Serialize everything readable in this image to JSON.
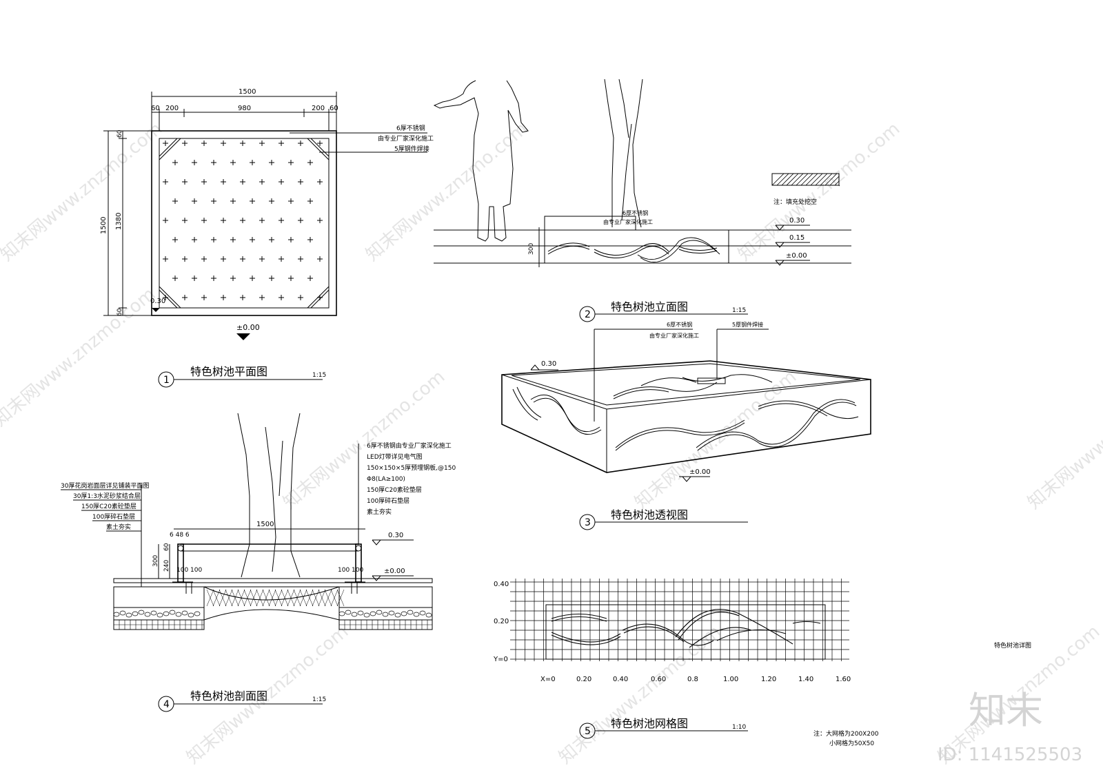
{
  "plan": {
    "dim_total_top": "1500",
    "dim_segments": [
      "60",
      "200",
      "980",
      "200",
      "60"
    ],
    "dim_total_left": "1500",
    "dim_inner_left": "1380",
    "dim_left_top": "60",
    "dim_left_bottom": "60",
    "note_steel": "6厚不锈钢",
    "note_factory": "由专业厂家深化施工",
    "note_weld": "5厚钢件焊接",
    "elev_top": "0.30",
    "elev_zero": "±0.00",
    "title_num": "1",
    "title": "特色树池平面图",
    "scale": "1:15"
  },
  "elevation": {
    "legend_note": "注：填充处挖空",
    "note_steel": "6厚不锈钢",
    "note_factory": "由专业厂家深化施工",
    "dim_height": "300",
    "elev_levels": [
      "0.30",
      "0.15",
      "±0.00"
    ],
    "title_num": "2",
    "title": "特色树池立面图",
    "scale": "1:15"
  },
  "perspective": {
    "note_steel": "6厚不锈钢",
    "note_factory": "由专业厂家深化施工",
    "note_weld": "5厚钢件焊接",
    "elev_top": "0.30",
    "elev_zero": "±0.00",
    "title_num": "3",
    "title": "特色树池透视图"
  },
  "section": {
    "left_notes": [
      "30厚花岗岩面层详见铺装平面图",
      "30厚1:3水泥砂浆结合层",
      "150厚C20素砼垫层",
      "100厚碎石垫层",
      "素土夯实"
    ],
    "right_notes": [
      "6厚不锈钢由专业厂家深化施工",
      "LED灯带详见电气图",
      "150×150×5厚预埋钢板,@150",
      "Φ8(LA≥100)",
      "150厚C20素砼垫层",
      "100厚碎石垫层",
      "素土夯实"
    ],
    "dim_width": "1500",
    "dim_small": "6 48 6",
    "dim_300": "300",
    "dim_240": "240",
    "dim_60": "60",
    "dim_100_left": "100 100",
    "dim_100_right": "100 100",
    "elev_top": "0.30",
    "elev_zero": "±0.00",
    "title_num": "4",
    "title": "特色树池剖面图",
    "scale": "1:15"
  },
  "grid": {
    "y_labels": [
      "0.40",
      "0.20",
      "Y=0"
    ],
    "x_labels": [
      "X=0",
      "0.20",
      "0.40",
      "0.60",
      "0.8",
      "1.00",
      "1.20",
      "1.40",
      "1.60"
    ],
    "note_line1": "注：大网格为200X200",
    "note_line2": "小网格为50X50",
    "title_num": "5",
    "title": "特色树池网格图",
    "scale": "1:10"
  },
  "sheet_title": "特色树池详图",
  "watermark": {
    "logo": "知末",
    "id": "ID: 1141525503",
    "site": "知末网www.znzmo.com"
  }
}
